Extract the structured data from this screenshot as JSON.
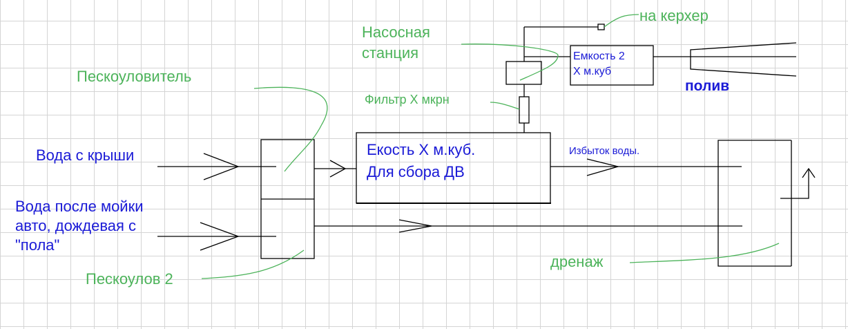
{
  "labels": {
    "roof_water": "Вода с крыши",
    "wash_water_line1": "Вода после мойки",
    "wash_water_line2": "авто, дождевая с",
    "wash_water_line3": "\"пола\"",
    "sand_trap": "Пескоуловитель",
    "sand_trap_2": "Пескоулов 2",
    "pump_station_line1": "Насосная",
    "pump_station_line2": "станция",
    "filter": "Фильтр Х мкрн",
    "to_karcher": "на керхер",
    "tank2_line1": "Емкость 2",
    "tank2_line2": "Х м.куб",
    "watering": "полив",
    "main_tank_line1": "Екость Х м.куб.",
    "main_tank_line2": "Для сбора ДВ",
    "excess_water": "Избыток воды.",
    "drainage": "дренаж"
  },
  "colors": {
    "blue_label": "#1a1ad6",
    "green_label": "#4cb35a",
    "line": "#000000",
    "grid": "#d4d4d4"
  }
}
